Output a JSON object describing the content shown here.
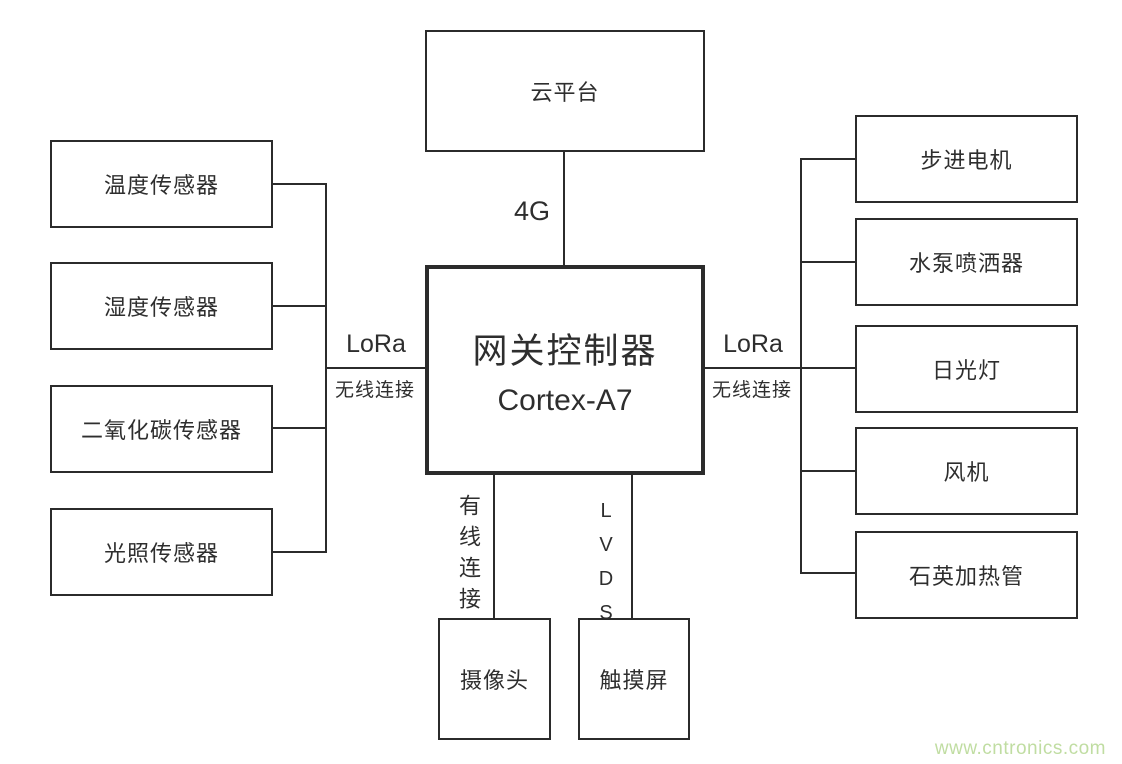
{
  "nodes": {
    "cloud": "云平台",
    "gateway_title": "网关控制器",
    "gateway_subtitle": "Cortex-A7",
    "sensors": [
      "温度传感器",
      "湿度传感器",
      "二氧化碳传感器",
      "光照传感器"
    ],
    "actuators": [
      "步进电机",
      "水泵喷洒器",
      "日光灯",
      "风机",
      "石英加热管"
    ],
    "camera": "摄像头",
    "touchscreen": "触摸屏"
  },
  "links": {
    "cloud_gateway": "4G",
    "left_protocol": "LoRa",
    "left_type": "无线连接",
    "right_protocol": "LoRa",
    "right_type": "无线连接",
    "camera_link": "有线连接",
    "touchscreen_link": "LVDS"
  },
  "watermark": {
    "text": "www.cntronics.com",
    "color": "#c0dda2"
  },
  "colors": {
    "line": "#2b2b2b",
    "background": "#ffffff"
  }
}
